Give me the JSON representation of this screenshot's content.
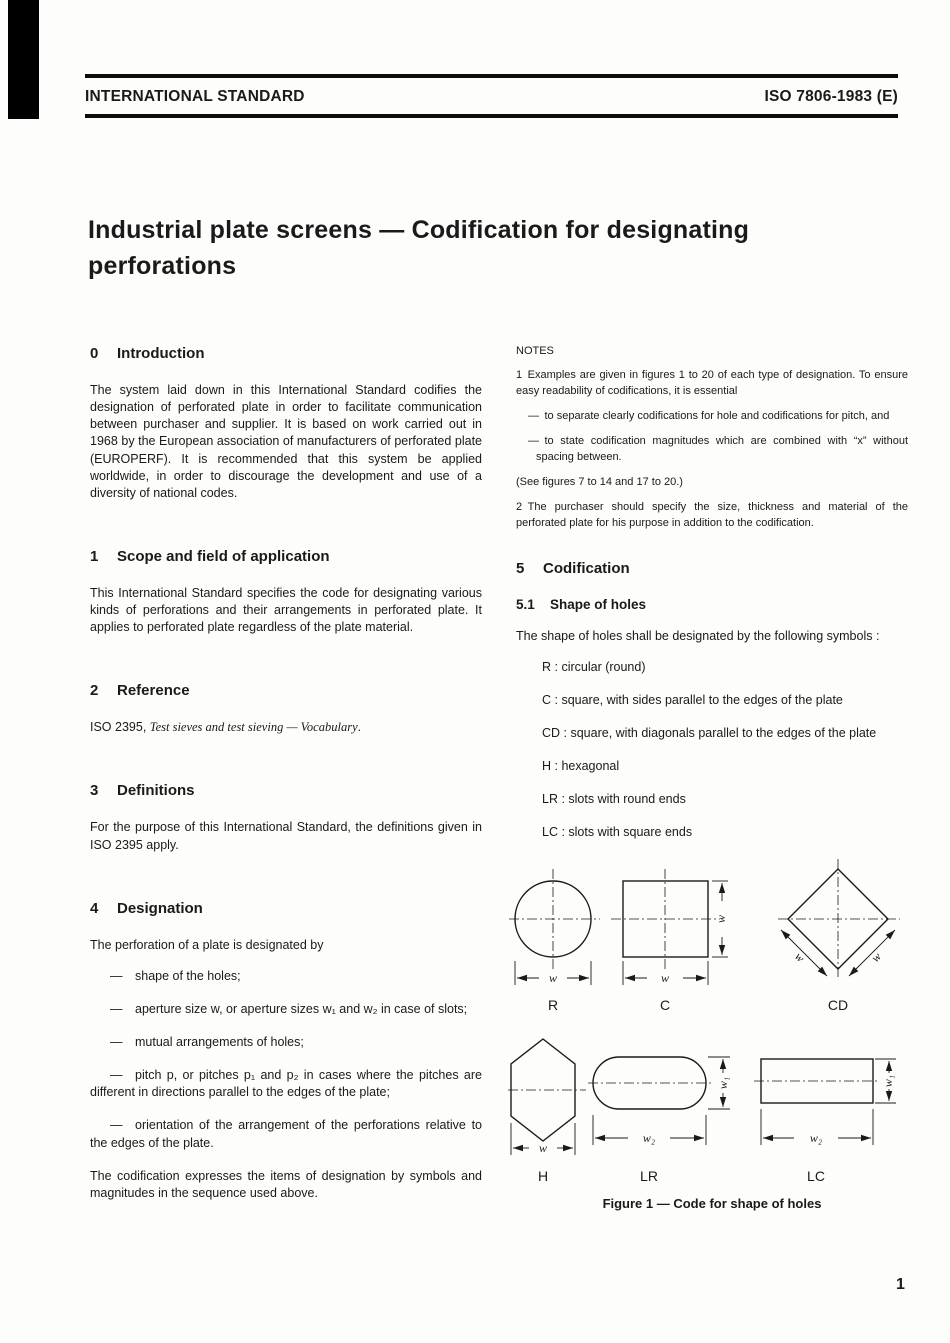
{
  "colors": {
    "ink": "#1a1a1a",
    "paper": "#fdfdfb"
  },
  "header": {
    "left": "INTERNATIONAL STANDARD",
    "right": "ISO 7806-1983 (E)"
  },
  "title": "Industrial plate screens — Codification for designating perforations",
  "sections": {
    "intro": {
      "number": "0",
      "heading": "Introduction",
      "body": "The system laid down in this International Standard codifies the designation of perforated plate in order to facilitate communication between purchaser and supplier. It is based on work carried out in 1968 by the European association of manufacturers of perforated plate (EUROPERF). It is recommended that this system be applied worldwide, in order to discourage the development and use of a diversity of national codes."
    },
    "scope": {
      "number": "1",
      "heading": "Scope and field of application",
      "body": "This International Standard specifies the code for designating various kinds of perforations and their arrangements in perforated plate. It applies to perforated plate regardless of the plate material."
    },
    "reference": {
      "number": "2",
      "heading": "Reference",
      "cite_prefix": "ISO 2395, ",
      "cite_title": "Test sieves and test sieving — Vocabulary",
      "cite_suffix": "."
    },
    "definitions": {
      "number": "3",
      "heading": "Definitions",
      "body": "For the purpose of this International Standard, the definitions given in ISO 2395 apply."
    },
    "designation": {
      "number": "4",
      "heading": "Designation",
      "intro": "The perforation of a plate is designated by",
      "items": [
        "— shape of the holes;",
        "— aperture size w, or aperture sizes w₁ and w₂ in case of slots;",
        "— mutual arrangements of holes;",
        "— pitch p, or pitches p₁ and p₂ in cases where the pitches are different in directions parallel to the edges of the plate;",
        "— orientation of the arrangement of the perforations relative to the edges of the plate."
      ],
      "outro": "The codification expresses the items of designation by symbols and magnitudes in the sequence used above."
    },
    "notes": {
      "heading": "NOTES",
      "note1": "1 Examples are given in figures 1 to 20 of each type of designation. To ensure easy readability of codifications, it is essential",
      "note1_items": [
        "— to separate clearly codifications for hole and codifications for pitch, and",
        "— to state codification magnitudes which are combined with “x” without spacing between."
      ],
      "note1_see": "(See figures 7 to 14 and 17 to 20.)",
      "note2": "2 The purchaser should specify the size, thickness and material of the perforated plate for his purpose in addition to the codification."
    },
    "codification": {
      "number": "5",
      "heading": "Codification",
      "sub_number": "5.1",
      "sub_heading": "Shape of holes",
      "intro": "The shape of holes shall be designated by the following symbols :",
      "symbols": [
        "R : circular (round)",
        "C : square, with sides parallel to the edges of the plate",
        "CD : square, with diagonals parallel to the edges of the plate",
        "H : hexagonal",
        "LR : slots with round ends",
        "LC : slots with square ends"
      ]
    }
  },
  "figure": {
    "labels": {
      "r": "R",
      "c": "C",
      "cd": "CD",
      "h": "H",
      "lr": "LR",
      "lc": "LC"
    },
    "dims": {
      "w": "w",
      "w1": "w₁",
      "w2": "w₂"
    },
    "caption": "Figure 1 — Code for shape of holes"
  },
  "page_number": "1"
}
